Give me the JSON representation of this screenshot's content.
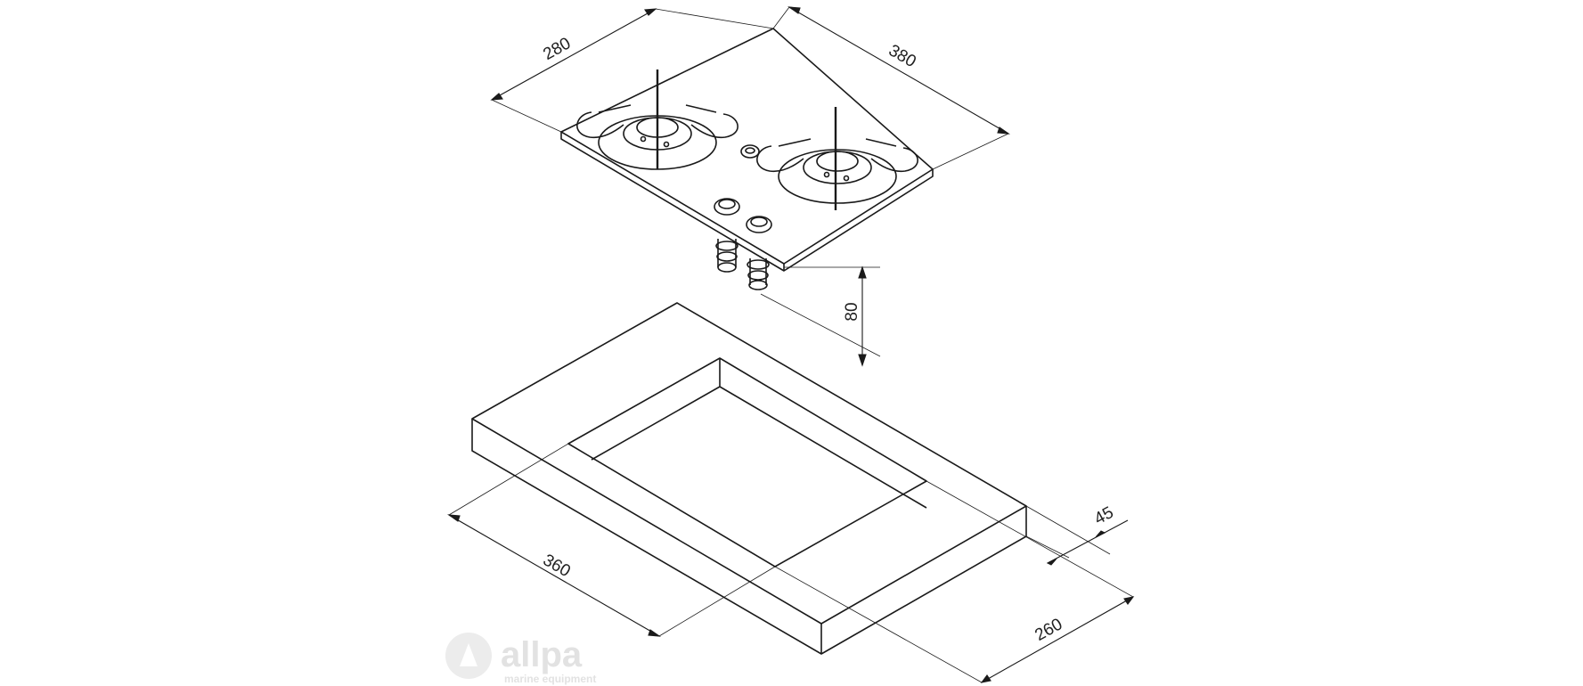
{
  "diagram": {
    "type": "technical-drawing",
    "subject": "",
    "dimensions": {
      "hob_depth": "280",
      "hob_width": "380",
      "hob_height": "80",
      "cutout_width": "360",
      "cutout_depth": "260",
      "counter_thickness": "45"
    }
  },
  "watermark": {
    "brand": "allpa",
    "tagline": "marine equipment"
  },
  "colors": {
    "line": "#1a1a1a",
    "text": "#222222",
    "watermark": "#e2e2e2",
    "background": "#ffffff"
  }
}
